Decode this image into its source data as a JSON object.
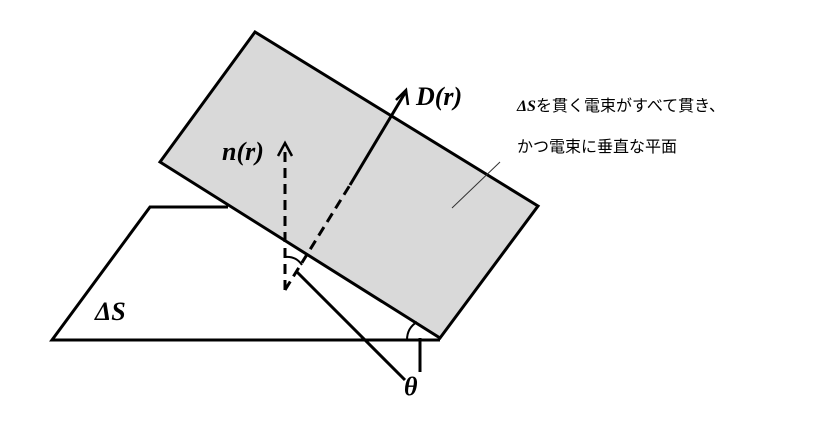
{
  "labels": {
    "D": "D(r)",
    "n": "n(r)",
    "dS": "ΔS",
    "theta": "θ"
  },
  "note": {
    "line1_symbol": "ΔS",
    "line1_text": "を貫く電束がすべて貫き、",
    "line2": "かつ電束に垂直な平面"
  },
  "colors": {
    "plane_fill": "#d9d9d9",
    "stroke": "#000000"
  }
}
